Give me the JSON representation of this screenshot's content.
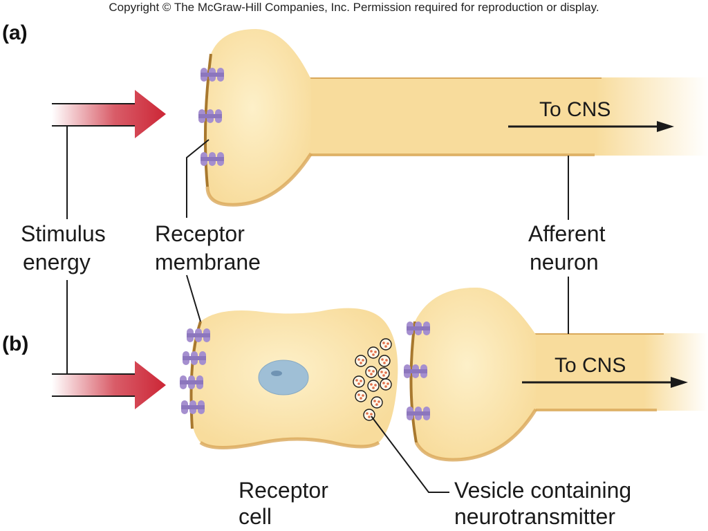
{
  "copyright": "Copyright © The McGraw-Hill Companies, Inc. Permission required for reproduction or display.",
  "panels": {
    "a": "(a)",
    "b": "(b)"
  },
  "labels": {
    "stimulus_line1": "Stimulus",
    "stimulus_line2": "energy",
    "receptor_membrane_line1": "Receptor",
    "receptor_membrane_line2": "membrane",
    "afferent_line1": "Afferent",
    "afferent_line2": "neuron",
    "receptor_cell_line1": "Receptor",
    "receptor_cell_line2": "cell",
    "vesicle_line1": "Vesicle containing",
    "vesicle_line2": "neurotransmitter"
  },
  "to_cns": {
    "a": "To CNS",
    "b": "To CNS"
  },
  "colors": {
    "cell_fill": "#f8dc9c",
    "cell_edge": "#d9a85a",
    "membrane": "#a8782e",
    "channel": "#a58fcf",
    "nucleus": "#9fbfd6",
    "arrow": "#cc2636"
  }
}
